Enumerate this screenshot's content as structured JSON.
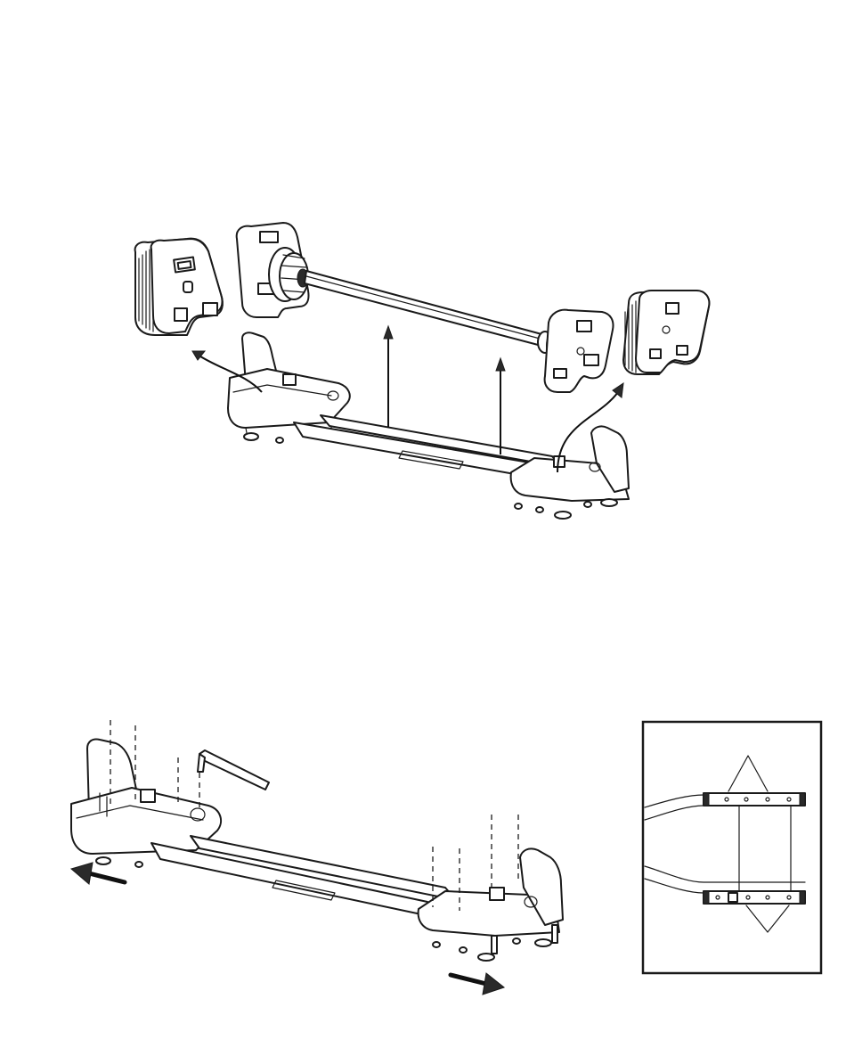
{
  "figure": {
    "top_step": {
      "parts": [
        "left-foot-pad",
        "spindle-assembly",
        "right-foot-pad",
        "base-frame"
      ],
      "arrows": [
        "curved-arrow-left",
        "up-arrow-center",
        "up-arrow-right",
        "curved-arrow-right"
      ]
    },
    "bottom_step": {
      "parts": [
        "base-frame",
        "hex-key",
        "adjustment-detail-inset"
      ],
      "arrows": [
        "push-arrow-left",
        "push-arrow-right"
      ]
    }
  },
  "colors": {
    "line": "#1a1a1a",
    "paper": "#ffffff"
  }
}
